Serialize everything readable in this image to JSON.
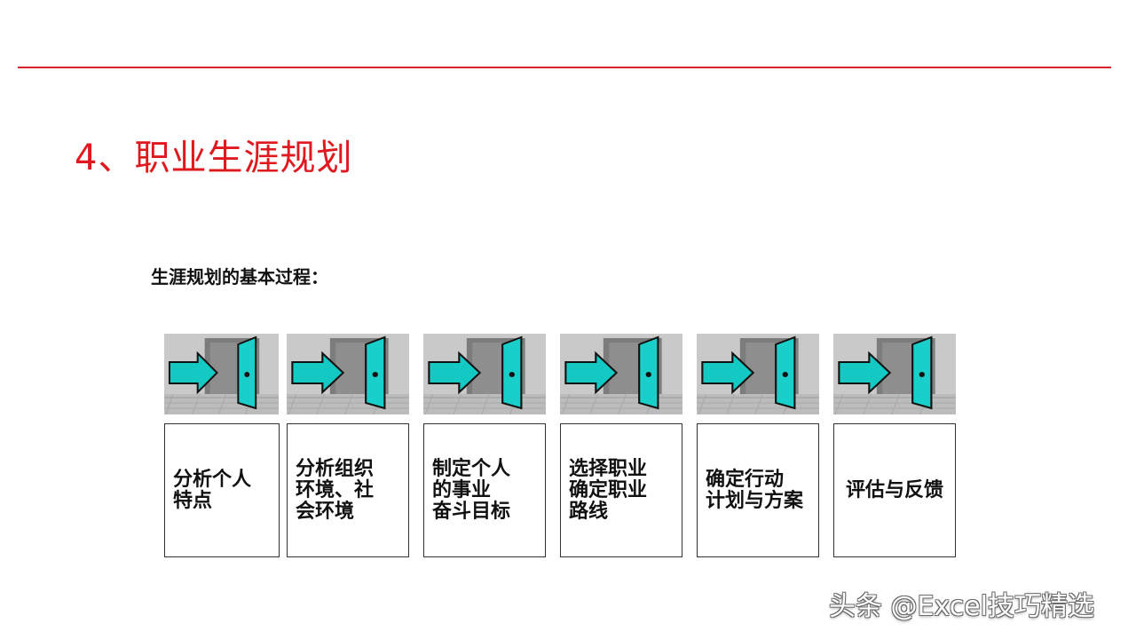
{
  "slide": {
    "title": "4、职业生涯规划",
    "subtitle": "生涯规划的基本过程：",
    "accent_color": "#e0191f"
  },
  "steps": [
    {
      "label": "分析个人\n特点",
      "icon": "door-enter-arrow-icon"
    },
    {
      "label": "分析组织\n环境、社\n会环境",
      "icon": "door-enter-arrow-icon"
    },
    {
      "label": "制定个人\n的事业\n奋斗目标",
      "icon": "door-enter-arrow-icon"
    },
    {
      "label": "选择职业\n确定职业\n路线",
      "icon": "door-enter-arrow-icon"
    },
    {
      "label": "确定行动\n计划与方案",
      "icon": "door-enter-arrow-icon"
    },
    {
      "label": "评估与反馈",
      "icon": "door-enter-arrow-icon"
    }
  ],
  "watermark": "头条 @Excel技巧精选"
}
